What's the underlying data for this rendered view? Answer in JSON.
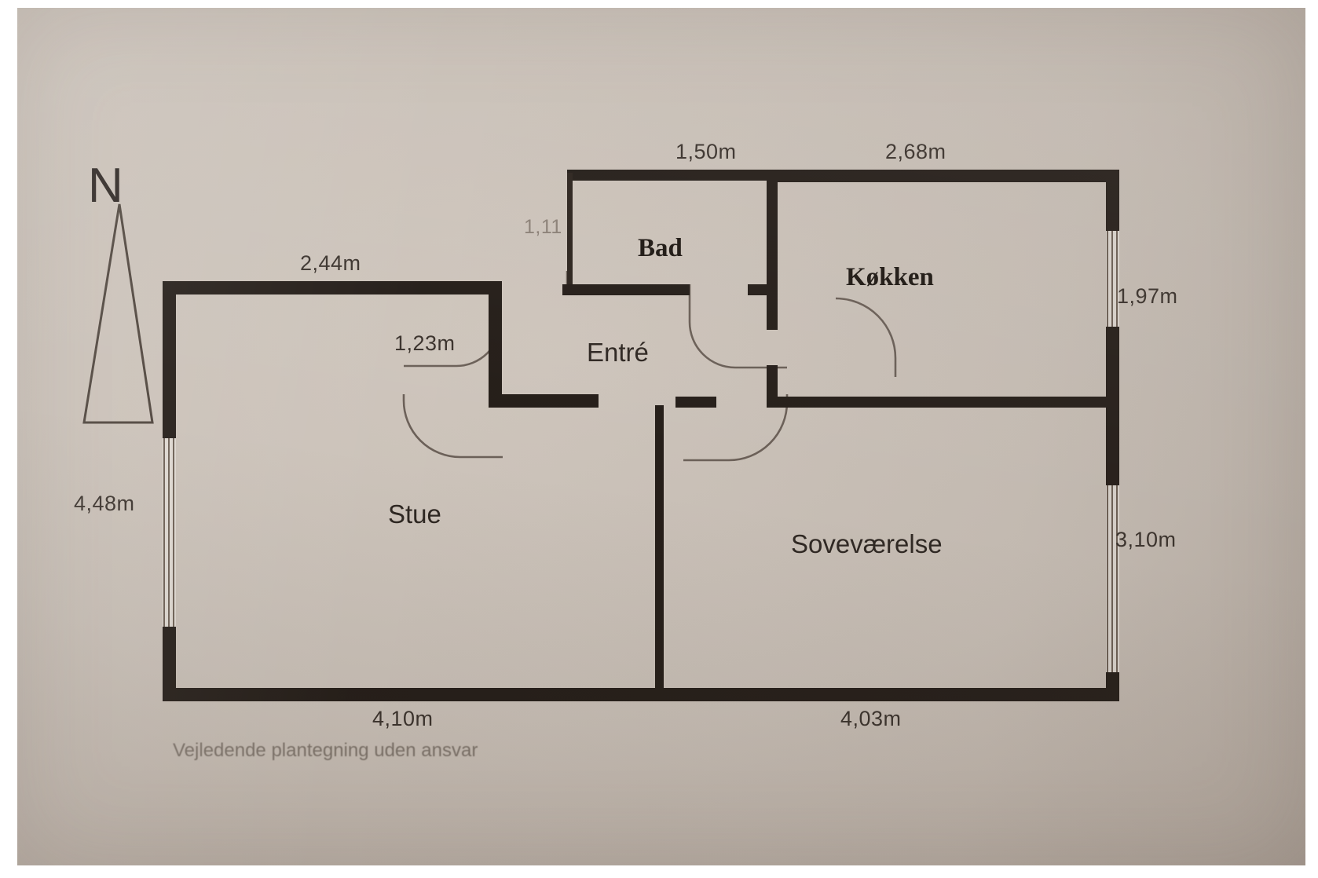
{
  "document": {
    "type": "floor-plan",
    "language": "da",
    "disclaimer": "Vejledende plantegning uden ansvar"
  },
  "compass": {
    "letter": "N",
    "name": "north-arrow"
  },
  "rooms": [
    {
      "id": "stue",
      "label": "Stue",
      "style": "sans"
    },
    {
      "id": "entre",
      "label": "Entré",
      "style": "sans"
    },
    {
      "id": "bad",
      "label": "Bad",
      "style": "serif"
    },
    {
      "id": "kokken",
      "label": "Køkken",
      "style": "serif"
    },
    {
      "id": "sovevaerelse",
      "label": "Soveværelse",
      "style": "sans"
    }
  ],
  "dimensions": {
    "top_left_outer": "2,44m",
    "stue_inner_right": "1,23m",
    "bad_top": "1,50m",
    "bad_left": "1,11",
    "kitchen_top": "2,68m",
    "kitchen_right": "1,97m",
    "bedroom_right": "3,10m",
    "left_outer": "4,48m",
    "bottom_left": "4,10m",
    "bottom_right": "4,03m"
  },
  "colors": {
    "paper": "#c8bfb6",
    "wall": "#241d18",
    "window": "#e9e4dd",
    "text": "#2e2722",
    "text_faded": "#7b7168"
  }
}
